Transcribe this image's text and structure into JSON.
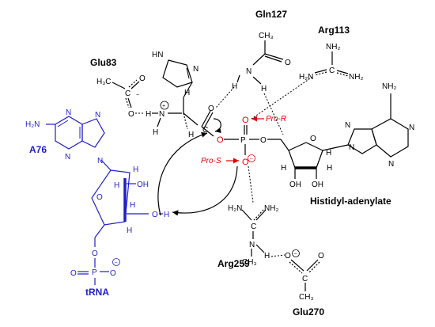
{
  "labels": {
    "gln127": "Gln127",
    "arg113": "Arg113",
    "glu83": "Glu83",
    "a76": "A76",
    "histidyl": "Histidyl-adenylate",
    "arg259": "Arg259",
    "glu270": "Glu270",
    "trna": "tRNA",
    "pro_r": "Pro-R",
    "pro_s": "Pro-S"
  },
  "atoms": {
    "nh2": "NH₂",
    "h2n": "H₂N",
    "ch3": "CH₃",
    "h3c": "H₃C",
    "n": "N",
    "h": "H",
    "hn": "HN",
    "o": "O",
    "oh": "OH",
    "p": "P",
    "c": "C",
    "minus": "−",
    "plus": "+"
  },
  "colors": {
    "black": "#000000",
    "blue": "#1f1fc8",
    "red": "#e00000"
  }
}
